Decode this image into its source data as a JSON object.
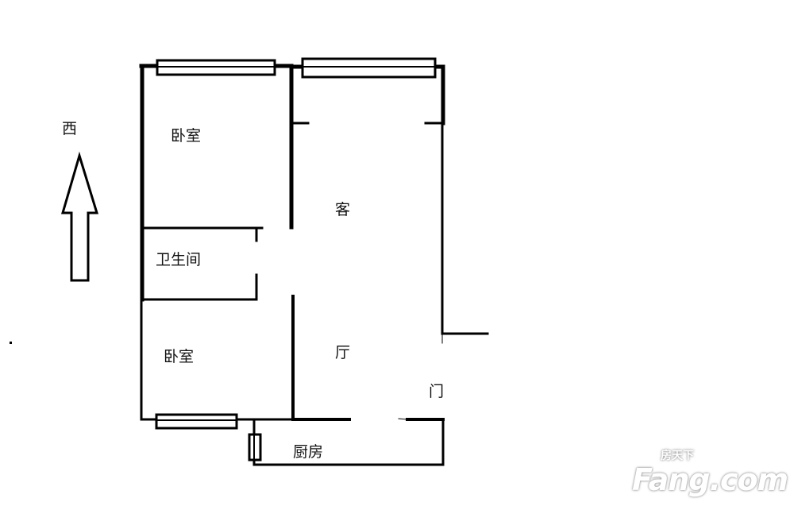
{
  "compass": {
    "label": "西",
    "icon": "arrow-up-icon"
  },
  "rooms": {
    "bedroom_top": "卧室",
    "bathroom": "卫生间",
    "bedroom_bottom": "卧室",
    "living_1": "客",
    "living_2": "厅",
    "door": "门",
    "kitchen": "厨房"
  },
  "watermark": {
    "brand": "Fang.com",
    "cn": "房天下"
  },
  "colors": {
    "wall": "#000000",
    "background": "#ffffff"
  }
}
